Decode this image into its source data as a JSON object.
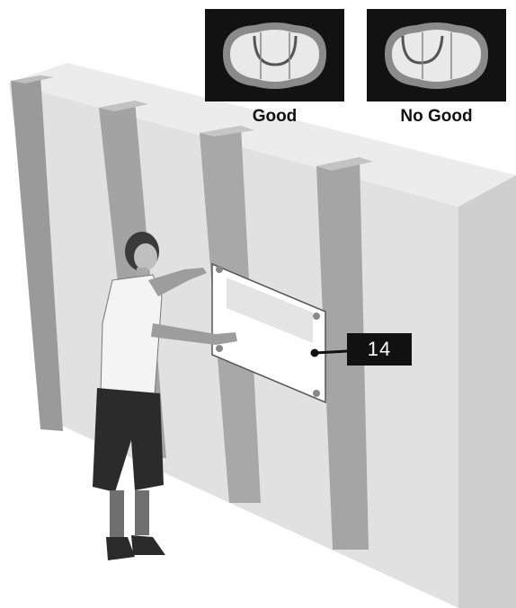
{
  "level_examples": [
    {
      "caption": "Good",
      "bubble": "centered"
    },
    {
      "caption": "No Good",
      "bubble": "off-center"
    }
  ],
  "callout": {
    "number": "14"
  },
  "colors": {
    "wall": "#d9d9d9",
    "stud": "#9e9e9e",
    "panel": "#ffffff",
    "callout_bg": "#111111",
    "callout_text": "#ffffff"
  }
}
